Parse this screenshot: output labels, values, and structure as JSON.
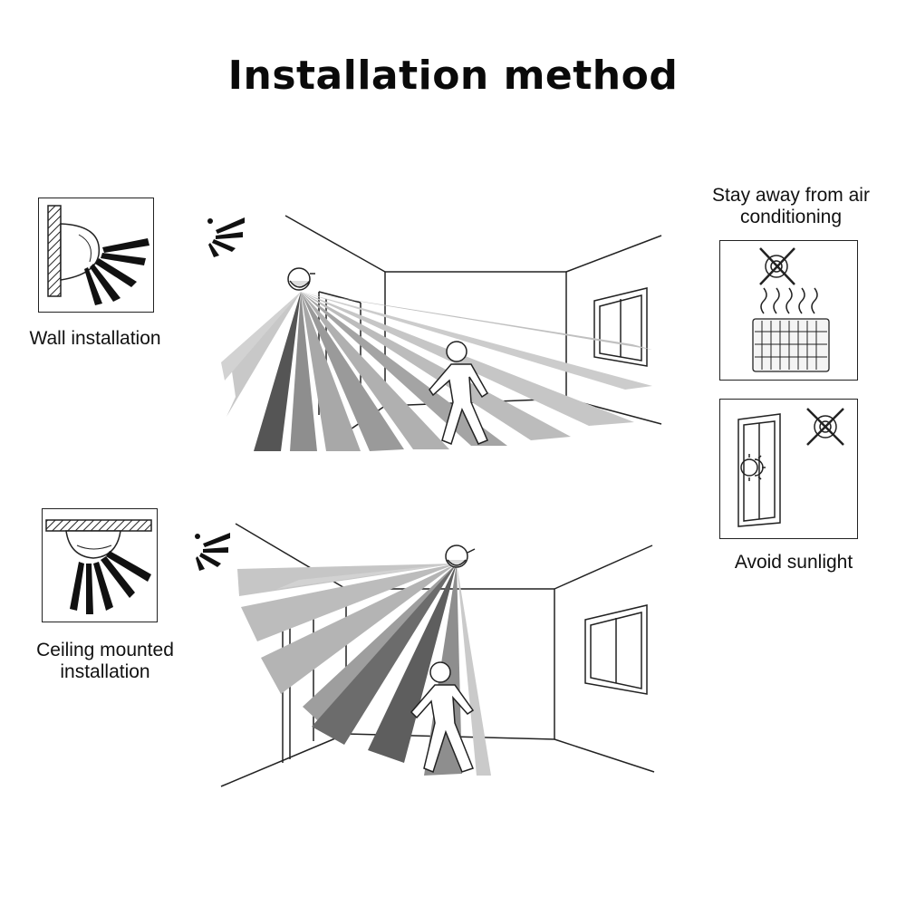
{
  "title": "Installation method",
  "wall_installation": {
    "label": "Wall installation"
  },
  "ceiling_installation": {
    "label": "Ceiling mounted installation"
  },
  "air_conditioning_warning": {
    "label": "Stay away from air conditioning"
  },
  "sunlight_warning": {
    "label": "Avoid sunlight"
  },
  "colors": {
    "beam_dark": "#555555",
    "beam_mid": "#8a8a8a",
    "beam_light": "#c4c4c4",
    "line": "#222222"
  }
}
